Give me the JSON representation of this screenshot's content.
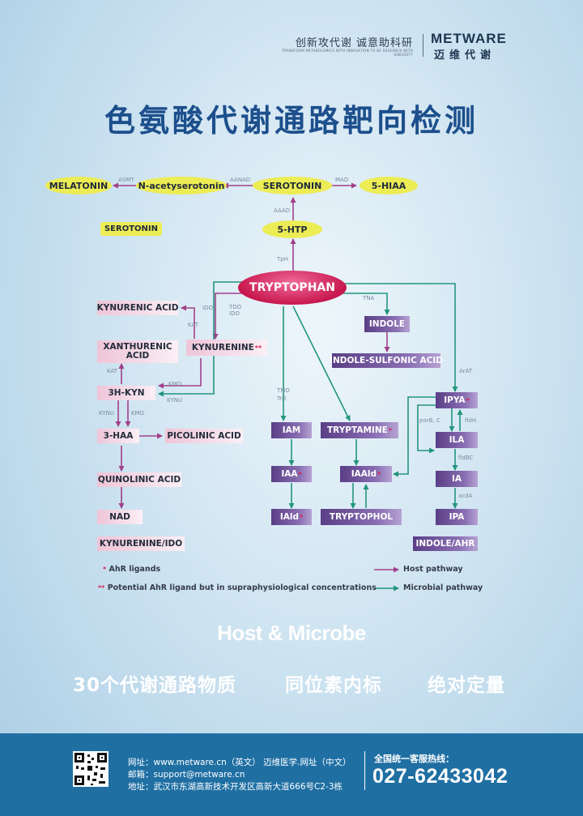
{
  "header": {
    "slogan": "创新攻代谢 诚意助科研",
    "slogan_sub": "TRANSFORM METABOLOMICS WITH INNOVATION TO BE RESEARCH WITH SINCERITY",
    "brand": "METWARE",
    "brand_cn": "迈维代谢"
  },
  "title": "色氨酸代谢通路靶向检测",
  "diagram": {
    "nodes": {
      "melatonin": "MELATONIN",
      "n_acetyl": "N-acetyserotonin",
      "serotonin": "SEROTONIN",
      "five_hiaa": "5-HIAA",
      "serotonin_label": "SEROTONIN",
      "five_htp": "5-HTP",
      "tryptophan": "TRYPTOPHAN",
      "kynurenic_acid": "KYNURENIC ACID",
      "xanthurenic_acid": "XANTHURENIC ACID",
      "kynurenine": "KYNURENINE",
      "three_h_kyn": "3H-KYN",
      "three_haa": "3-HAA",
      "picolinic_acid": "PICOLINIC ACID",
      "quinolinic_acid": "QUINOLINIC ACID",
      "nad": "NAD",
      "kynurenine_ido": "KYNURENINE/IDO",
      "indole": "INDOLE",
      "indole_sulfonic": "INDOLE-SULFONIC ACID",
      "iam": "IAM",
      "tryptamine": "TRYPTAMINE",
      "ipya": "IPYA",
      "iaa": "IAA",
      "iaald": "IAAld",
      "ila": "ILA",
      "ia": "IA",
      "iald": "IAld",
      "tryptophol": "TRYPTOPHOL",
      "ipa": "IPA",
      "indole_ahr": "INDOLE/AHR"
    },
    "enzymes": {
      "asmt": "ASMT",
      "aanad": "AANAD",
      "mad": "MAD",
      "aaad": "AAAD",
      "tph": "TpH",
      "ido1": "IDO",
      "tdo_ido_a": "TDO",
      "tdo_ido_b": "IDO",
      "kat1": "KAT",
      "kat2": "KAT",
      "kmo1": "KMO",
      "kynu1": "KYNU",
      "kynu2": "KYNU",
      "kmo2": "KMO",
      "tna": "TNA",
      "tmo": "TMO",
      "trd": "TrD",
      "arat": "ArAT",
      "porbc": "porB, C",
      "fldh": "fldH",
      "fldbc": "fldBC",
      "acda": "acdA"
    },
    "star": "*",
    "double_star": "**"
  },
  "legend": {
    "ahr": "AhR ligands",
    "potential": "Potential AhR ligand but in supraphysiological concentrations",
    "host": "Host pathway",
    "microbial": "Microbial pathway"
  },
  "colors": {
    "host": "#a0408a",
    "microbial": "#23957e",
    "tryptophan": "#c8184f",
    "yellow_node": "#ecec55",
    "footer": "#1f6fa3"
  },
  "tagline": "Host & Microbe",
  "features": [
    "30个代谢通路物质",
    "同位素内标",
    "绝对定量"
  ],
  "footer": {
    "website": "网址：www.metware.cn（英文） 迈维医学.网址（中文）",
    "email": "邮箱：support@metware.cn",
    "address": "地址：武汉市东湖高新技术开发区高新大道666号C2-3栋",
    "hotline_label": "全国统一客服热线：",
    "hotline": "027-62433042"
  }
}
